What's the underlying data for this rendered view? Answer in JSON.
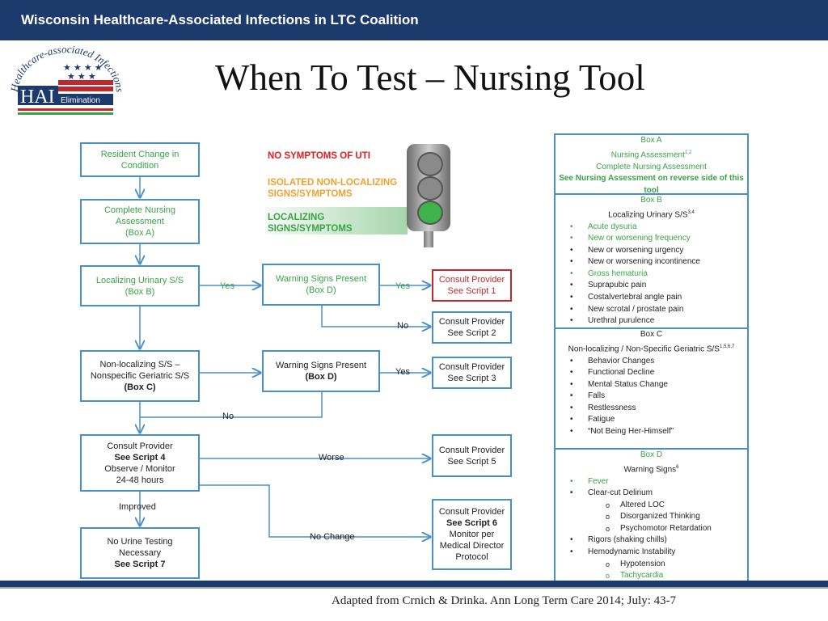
{
  "header": {
    "org": "Wisconsin Healthcare-Associated Infections in LTC Coalition"
  },
  "logo": {
    "arc_text": "Healthcare-associated Infections",
    "abbr": "HAI",
    "word": "Elimination"
  },
  "slide_title": "When To Test – Nursing Tool",
  "traffic_light": {
    "red_label": "NO SYMPTOMS OF UTI",
    "amber_label_1": "ISOLATED NON-LOCALIZING",
    "amber_label_2": "SIGNS/SYMPTOMS",
    "green_label_1": "LOCALIZING",
    "green_label_2": "SIGNS/SYMPTOMS"
  },
  "flow": {
    "resident_1": "Resident Change in",
    "resident_2": "Condition",
    "assess_1": "Complete Nursing",
    "assess_2": "Assessment",
    "assess_3": "(Box A)",
    "local_1": "Localizing Urinary S/S",
    "local_2": "(Box B)",
    "warn1_1": "Warning Signs Present",
    "warn1_2": "(Box D)",
    "s1_1": "Consult Provider",
    "s1_2": "See Script 1",
    "s2_1": "Consult Provider",
    "s2_2": "See Script 2",
    "nonloc_1": "Non-localizing S/S –",
    "nonloc_2": "Nonspecific Geriatric S/S",
    "nonloc_3": "(Box C)",
    "warn2_1": "Warning Signs Present",
    "warn2_2": "(Box D)",
    "s3_1": "Consult Provider",
    "s3_2": "See Script 3",
    "s4_1": "Consult Provider",
    "s4_2": "See Script 4",
    "s4_3": "Observe / Monitor",
    "s4_4": "24-48 hours",
    "s5_1": "Consult Provider",
    "s5_2": "See Script 5",
    "s6_1": "Consult Provider",
    "s6_2": "See Script 6",
    "s6_3": "Monitor per",
    "s6_4": "Medical Director",
    "s6_5": "Protocol",
    "s7_1": "No Urine Testing",
    "s7_2": "Necessary",
    "s7_3": "See Script 7",
    "yes": "Yes",
    "no": "No",
    "worse": "Worse",
    "improved": "Improved",
    "no_change": "No Change"
  },
  "boxes": {
    "a_title": "Box A",
    "a_1": "Nursing Assessment",
    "a_1_sup": "1,2",
    "a_2": "Complete Nursing Assessment",
    "a_3": "See Nursing Assessment on reverse side of this",
    "a_4": "tool",
    "b_title": "Box B",
    "b_sub": "Localizing Urinary S/S",
    "b_sub_sup": "3,4",
    "b_items": [
      "Acute dysuria",
      "New or worsening frequency",
      "New or worsening urgency",
      "New or worsening incontinence",
      "Gross hematuria",
      "Suprapubic pain",
      "Costalvertebral angle pain",
      "New scrotal / prostate pain",
      "Urethral purulence"
    ],
    "c_title": "Box C",
    "c_sub": "Non-localizing / Non-Specific Geriatric S/S",
    "c_sub_sup": "1,5,6,7",
    "c_items": [
      "Behavior Changes",
      "Functional Decline",
      "Mental Status Change",
      "Falls",
      "Restlessness",
      "Fatigue",
      "“Not Being Her-Himself”"
    ],
    "d_title": "Box D",
    "d_sub": "Warning Signs",
    "d_sub_sup": "6",
    "d_1": "Fever",
    "d_2": "Clear-cut Delirium",
    "d_2a": "Altered LOC",
    "d_2b": "Disorganized Thinking",
    "d_2c": "Psychomotor Retardation",
    "d_3": "Rigors (shaking chills)",
    "d_4": "Hemodynamic Instability",
    "d_4a": "Hypotension",
    "d_4b": "Tachycardia"
  },
  "source": "Adapted from Crnich & Drinka. Ann Long Term Care 2014; July: 43-7",
  "colors": {
    "navy": "#1c3a6b",
    "flow_blue": "#4a90c8",
    "green": "#3aa345",
    "red": "#c0282c",
    "orange": "#f0a030"
  }
}
